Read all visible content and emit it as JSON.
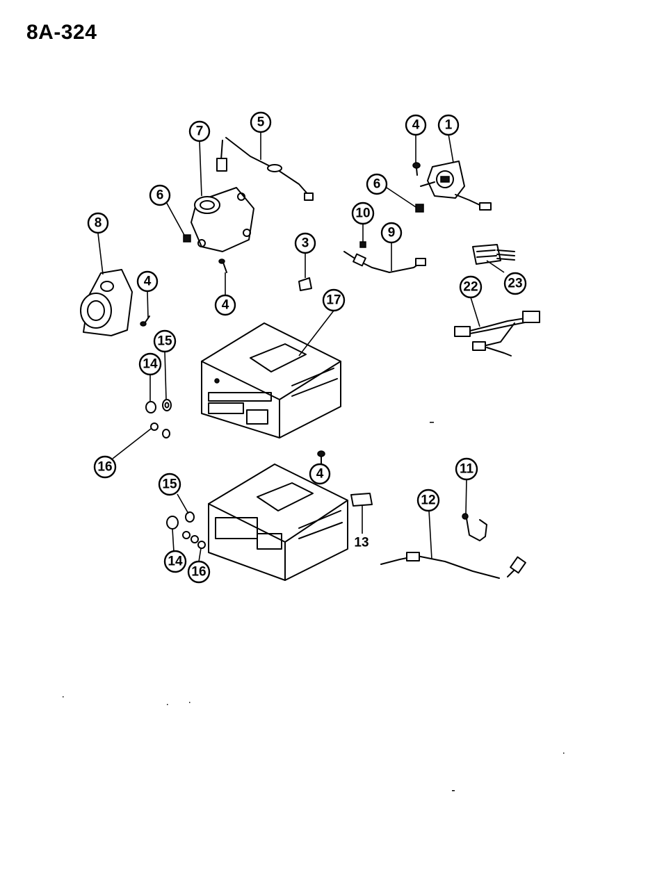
{
  "page_title": "8A-324",
  "callouts": {
    "c1": "1",
    "c3": "3",
    "c4a": "4",
    "c4b": "4",
    "c4c": "4",
    "c4d": "4",
    "c5": "5",
    "c6a": "6",
    "c6b": "6",
    "c7": "7",
    "c8": "8",
    "c9": "9",
    "c10": "10",
    "c11": "11",
    "c12": "12",
    "c13": "13",
    "c14a": "14",
    "c14b": "14",
    "c15a": "15",
    "c15b": "15",
    "c16a": "16",
    "c16b": "16",
    "c17": "17",
    "c22": "22",
    "c23": "23"
  },
  "colors": {
    "ink": "#000000",
    "paper": "#ffffff"
  }
}
